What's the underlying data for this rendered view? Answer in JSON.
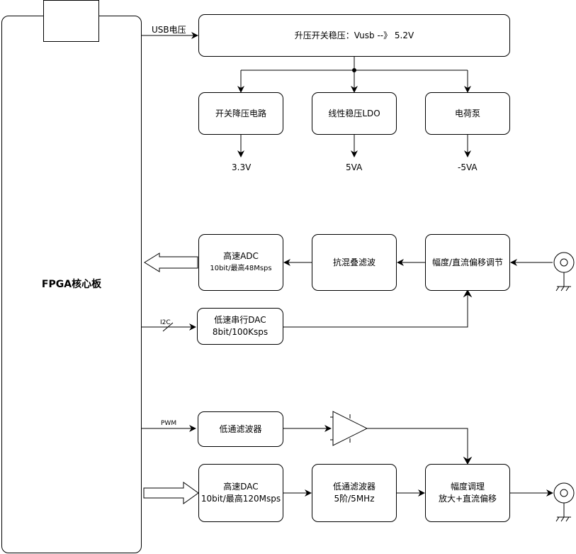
{
  "fpga": {
    "title": "FPGA核心板"
  },
  "power": {
    "usb_label": "USB电压",
    "boost": "升压开关稳压：Vusb --》 5.2V",
    "buck": "开关降压电路",
    "ldo": "线性稳压LDO",
    "charge_pump": "电荷泵",
    "out_33": "3.3V",
    "out_5": "5VA",
    "out_m5": "-5VA"
  },
  "adc_chain": {
    "adc_title": "高速ADC",
    "adc_spec": "10bit/最高48Msps",
    "antialias": "抗混叠滤波",
    "amp_offset": "幅度/直流偏移调节",
    "serial_dac_title": "低速串行DAC",
    "serial_dac_spec": "8bit/100Ksps",
    "i2c_label": "I2C"
  },
  "dac_chain": {
    "pwm_label": "PWM",
    "lpf": "低通滤波器",
    "dac_title": "高速DAC",
    "dac_spec": "10bit/最高120Msps",
    "lpf2_title": "低通滤波器",
    "lpf2_spec": "5阶/5MHz",
    "amp_title": "幅度调理",
    "amp_spec": "放大+直流偏移"
  }
}
